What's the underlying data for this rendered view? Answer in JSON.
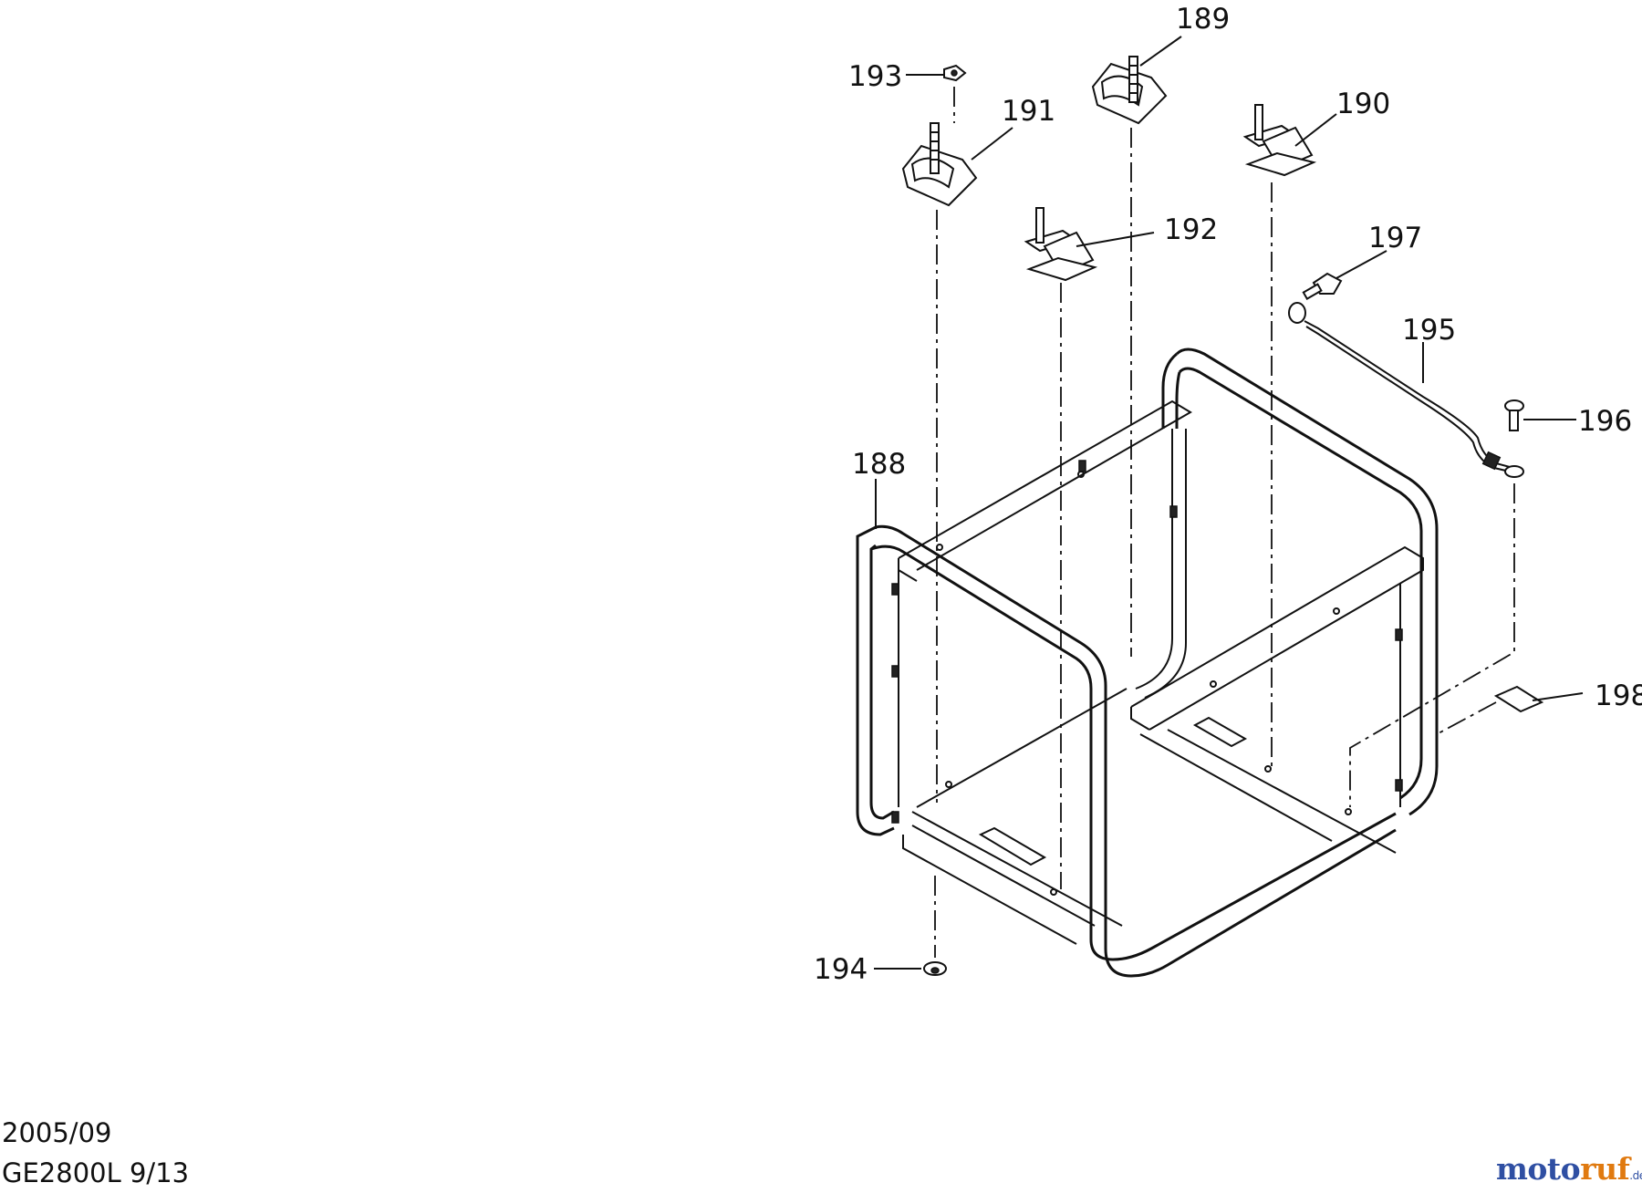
{
  "parts": [
    {
      "id": "188",
      "label": "188"
    },
    {
      "id": "189",
      "label": "189"
    },
    {
      "id": "190",
      "label": "190"
    },
    {
      "id": "191",
      "label": "191"
    },
    {
      "id": "192",
      "label": "192"
    },
    {
      "id": "193",
      "label": "193"
    },
    {
      "id": "194",
      "label": "194"
    },
    {
      "id": "195",
      "label": "195"
    },
    {
      "id": "196",
      "label": "196"
    },
    {
      "id": "197",
      "label": "197"
    },
    {
      "id": "198",
      "label": "198"
    }
  ],
  "footer": {
    "date": "2005/09",
    "page": "GE2800L 9/13"
  },
  "logo": {
    "part1": "moto",
    "part2": "ruf",
    "suffix": ".de"
  }
}
